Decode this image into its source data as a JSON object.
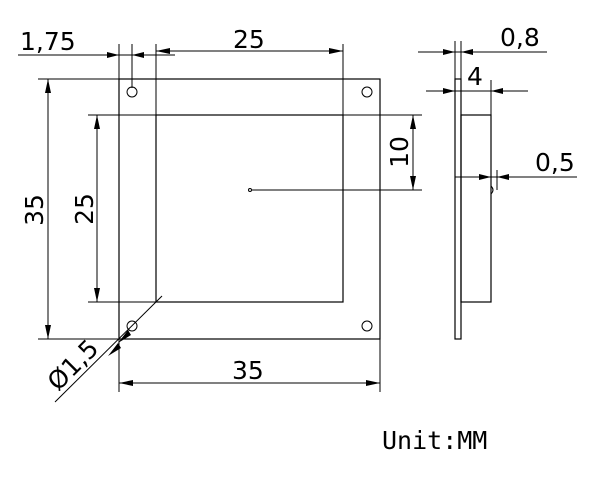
{
  "drawing": {
    "front_view": {
      "dims": {
        "mount_offset": "1,75",
        "inner_width": "25",
        "outer_height": "35",
        "inner_height": "25",
        "center_offset": "10",
        "hole_diameter": "Ø1,5",
        "outer_width": "35"
      }
    },
    "side_view": {
      "dims": {
        "board_thickness": "0,8",
        "total_thickness": "4",
        "pin_offset": "0,5"
      }
    },
    "unit_label": "Unit:MM"
  }
}
